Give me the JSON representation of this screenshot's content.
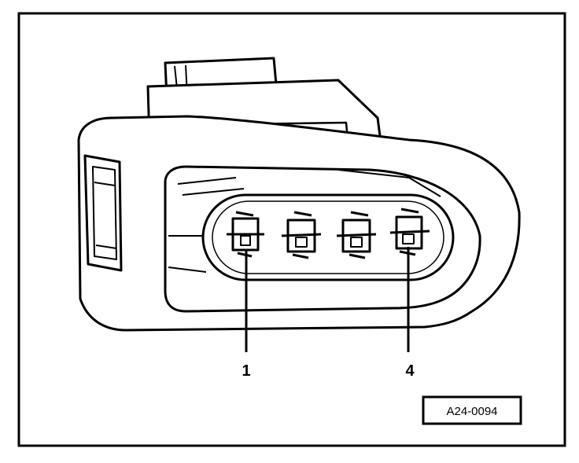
{
  "figure": {
    "callouts": [
      {
        "label": "1"
      },
      {
        "label": "4"
      }
    ],
    "figure_id": "A24-0094",
    "pin_count": 4,
    "colors": {
      "line": "#000000",
      "background": "#ffffff"
    }
  }
}
